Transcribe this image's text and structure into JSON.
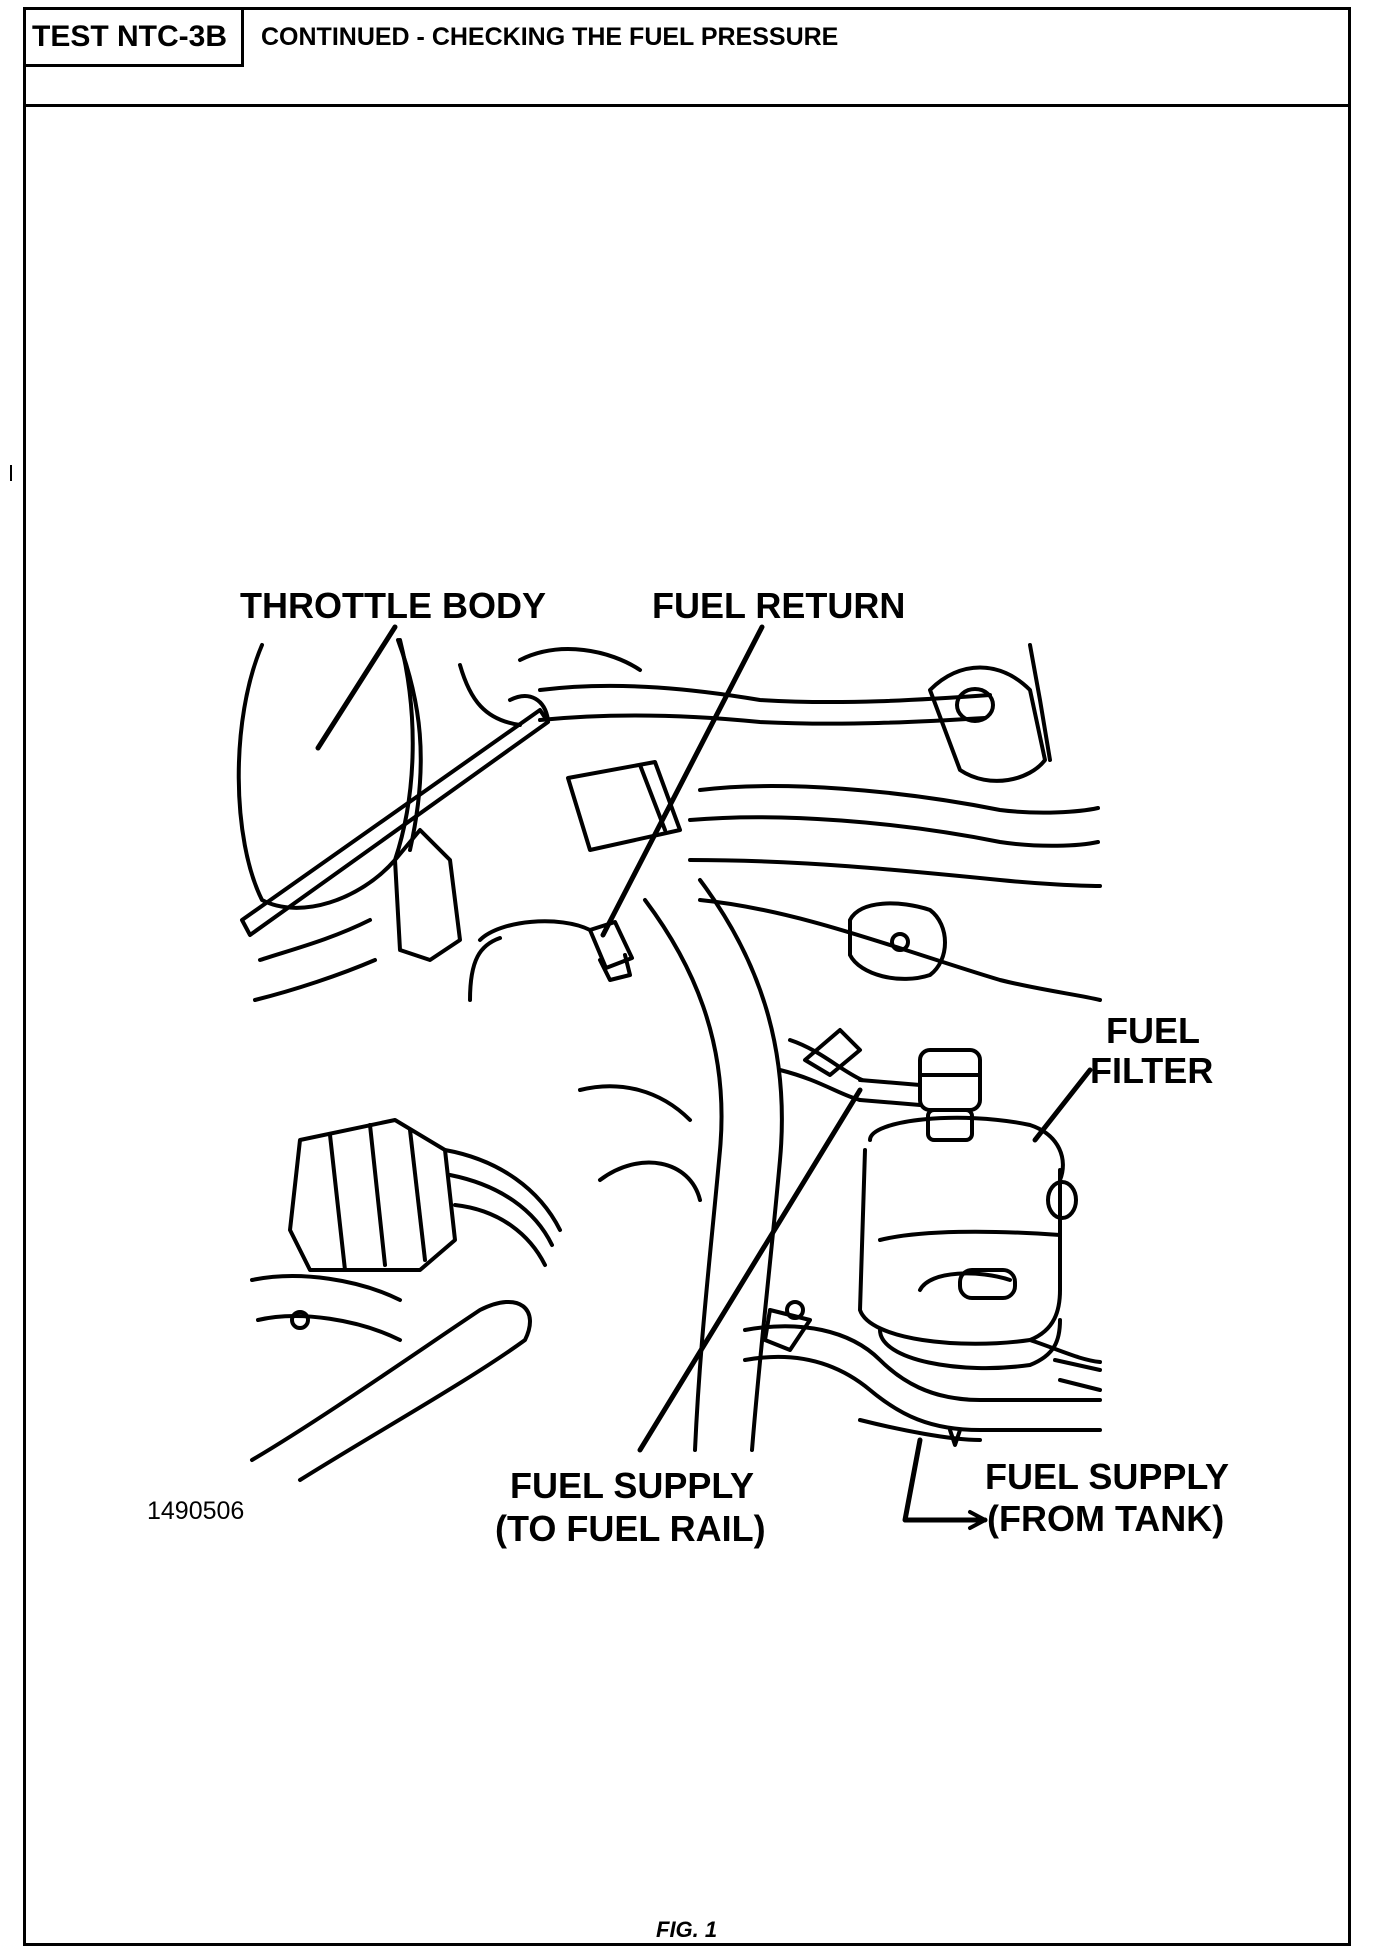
{
  "header": {
    "test_id": "TEST NTC-3B",
    "title": "CONTINUED - CHECKING THE FUEL PRESSURE"
  },
  "figure": {
    "labels": {
      "throttle_body": "THROTTLE BODY",
      "fuel_return": "FUEL RETURN",
      "fuel_filter_line1": "FUEL",
      "fuel_filter_line2": "FILTER",
      "fuel_supply_rail_line1": "FUEL SUPPLY",
      "fuel_supply_rail_line2": "(TO FUEL RAIL)",
      "fuel_supply_tank_line1": "FUEL SUPPLY",
      "fuel_supply_tank_line2": "(FROM TANK)"
    },
    "figure_id": "1490506",
    "caption": "FIG. 1"
  }
}
